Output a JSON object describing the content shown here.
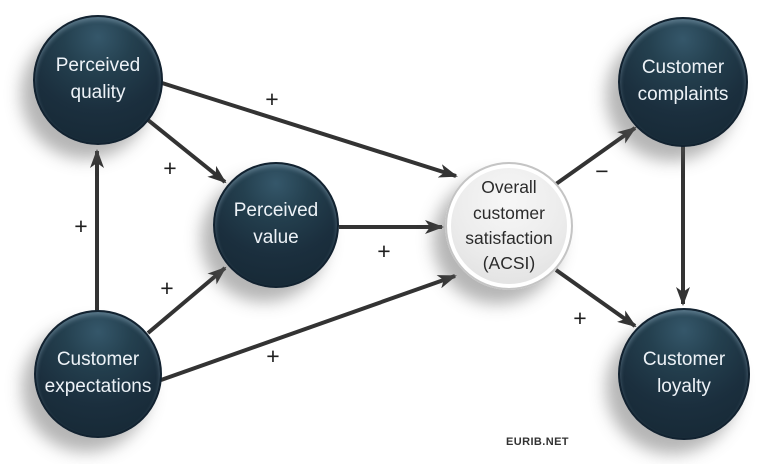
{
  "nodes": [
    {
      "id": "perceived-quality",
      "label": "Perceived\nquality"
    },
    {
      "id": "customer-expectations",
      "label": "Customer\nexpectations"
    },
    {
      "id": "perceived-value",
      "label": "Perceived\nvalue"
    },
    {
      "id": "overall-customer-satisfaction",
      "label": "Overall\ncustomer\nsatisfaction\n(ACSI)"
    },
    {
      "id": "customer-complaints",
      "label": "Customer\ncomplaints"
    },
    {
      "id": "customer-loyalty",
      "label": "Customer\nloyalty"
    }
  ],
  "edges": [
    {
      "from": "customer-expectations",
      "to": "perceived-quality",
      "sign": "+"
    },
    {
      "from": "perceived-quality",
      "to": "perceived-value",
      "sign": "+"
    },
    {
      "from": "customer-expectations",
      "to": "perceived-value",
      "sign": "+"
    },
    {
      "from": "perceived-quality",
      "to": "overall-customer-satisfaction",
      "sign": "+"
    },
    {
      "from": "perceived-value",
      "to": "overall-customer-satisfaction",
      "sign": "+"
    },
    {
      "from": "customer-expectations",
      "to": "overall-customer-satisfaction",
      "sign": "+"
    },
    {
      "from": "overall-customer-satisfaction",
      "to": "customer-complaints",
      "sign": "−"
    },
    {
      "from": "overall-customer-satisfaction",
      "to": "customer-loyalty",
      "sign": "+"
    },
    {
      "from": "customer-complaints",
      "to": "customer-loyalty",
      "sign": ""
    }
  ],
  "footer": {
    "credit": "EURIB.NET"
  },
  "colors": {
    "background": "#ffffff",
    "node_dark": "#1b2f3e",
    "node_light": "#ebebeb",
    "arrow": "#333333",
    "sign": "#1f1f1f",
    "label_light": "#edf2f7",
    "label_dark": "#2b2b2b"
  }
}
